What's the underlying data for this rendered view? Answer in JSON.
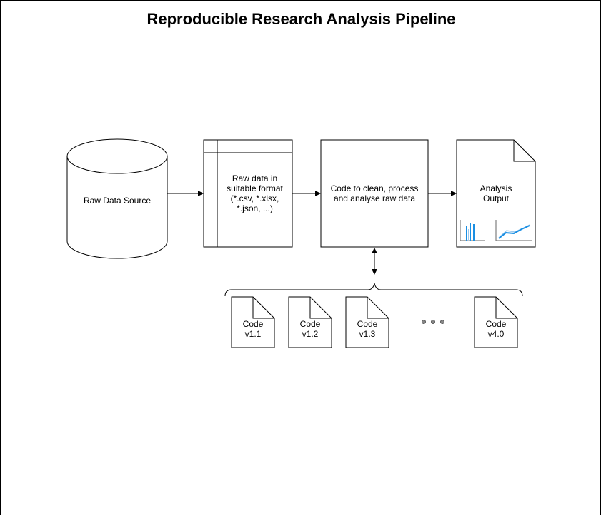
{
  "title": "Reproducible Research Analysis Pipeline",
  "nodes": {
    "raw_source": {
      "label": "Raw Data Source"
    },
    "raw_format": {
      "lines": [
        "Raw data in",
        "suitable format",
        "(*.csv, *.xlsx,",
        "*.json, ...)"
      ]
    },
    "code_process": {
      "lines": [
        "Code to clean, process",
        "and analyse raw data"
      ]
    },
    "analysis_output": {
      "lines": [
        "Analysis",
        "Output"
      ]
    }
  },
  "versions": [
    {
      "title": "Code",
      "version": "v1.1"
    },
    {
      "title": "Code",
      "version": "v1.2"
    },
    {
      "title": "Code",
      "version": "v1.3"
    },
    {
      "title": "Code",
      "version": "v4.0"
    }
  ],
  "colors": {
    "accent": "#1a8fe3",
    "ellipsis": "#888888",
    "stroke": "#000000"
  },
  "icons": [
    "bar-chart-icon",
    "line-chart-icon"
  ]
}
